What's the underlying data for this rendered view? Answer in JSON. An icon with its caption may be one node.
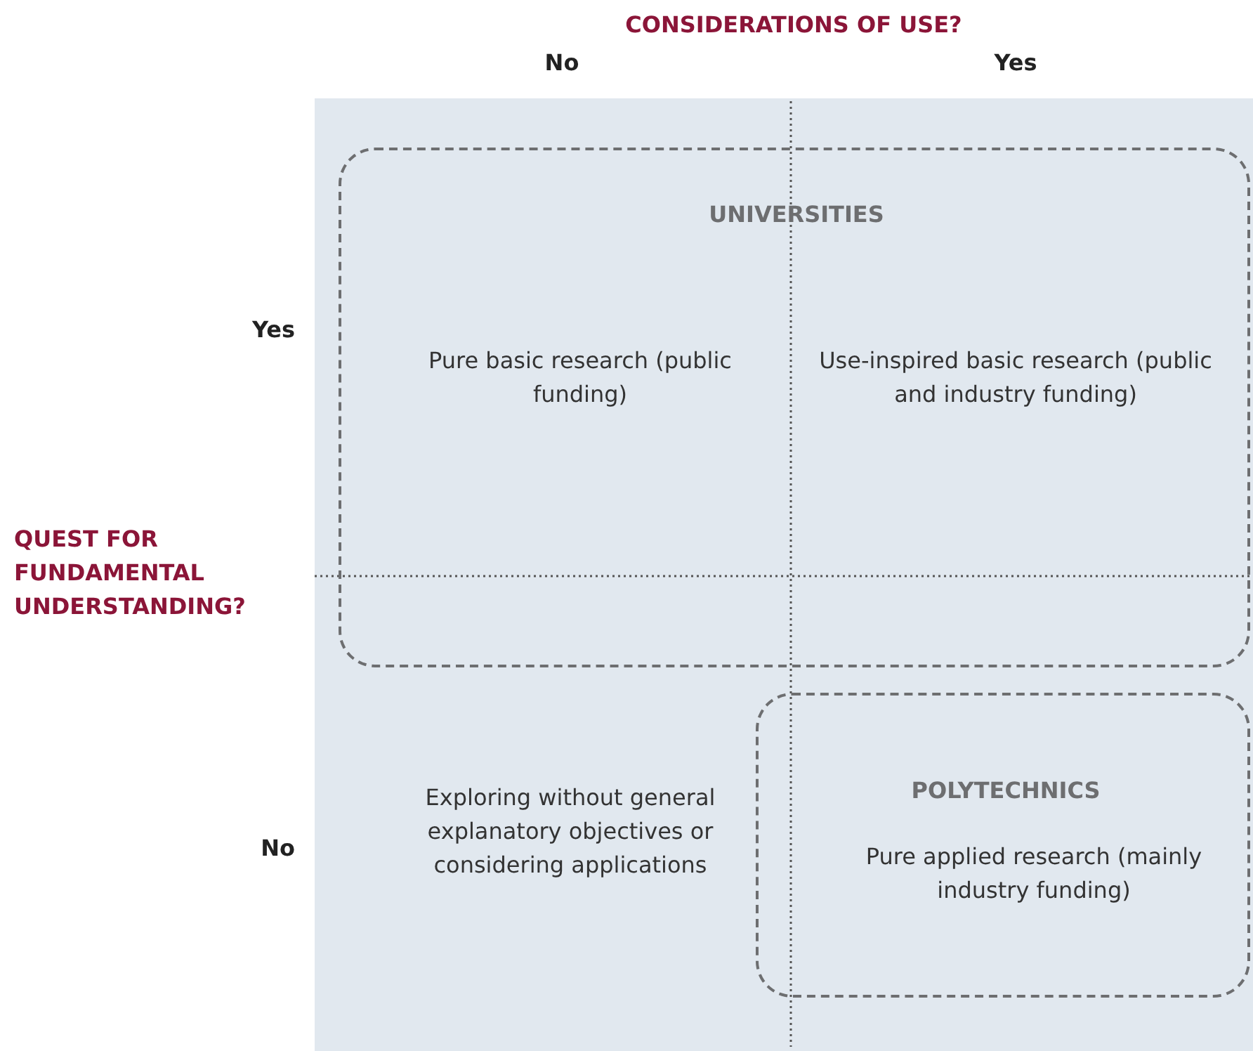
{
  "diagram": {
    "nodes": [
      {
        "text": [
          "UNIVERSITIES",
          "Pure basic research (public funding)",
          "Use-inspired basic research (public and industry funding)"
        ]
      },
      {
        "text": [
          "POLYTECHNICS",
          "Pure applied research (mainly industry funding)"
        ]
      }
    ],
    "edges": [],
    "labels": [
      "CONSIDERATIONS OF USE?",
      "No",
      "Yes",
      "Yes",
      "QUEST FOR FUNDAMENTAL UNDERSTANDING?",
      "Exploring without general explanatory objectives or considering applications",
      "No"
    ]
  }
}
